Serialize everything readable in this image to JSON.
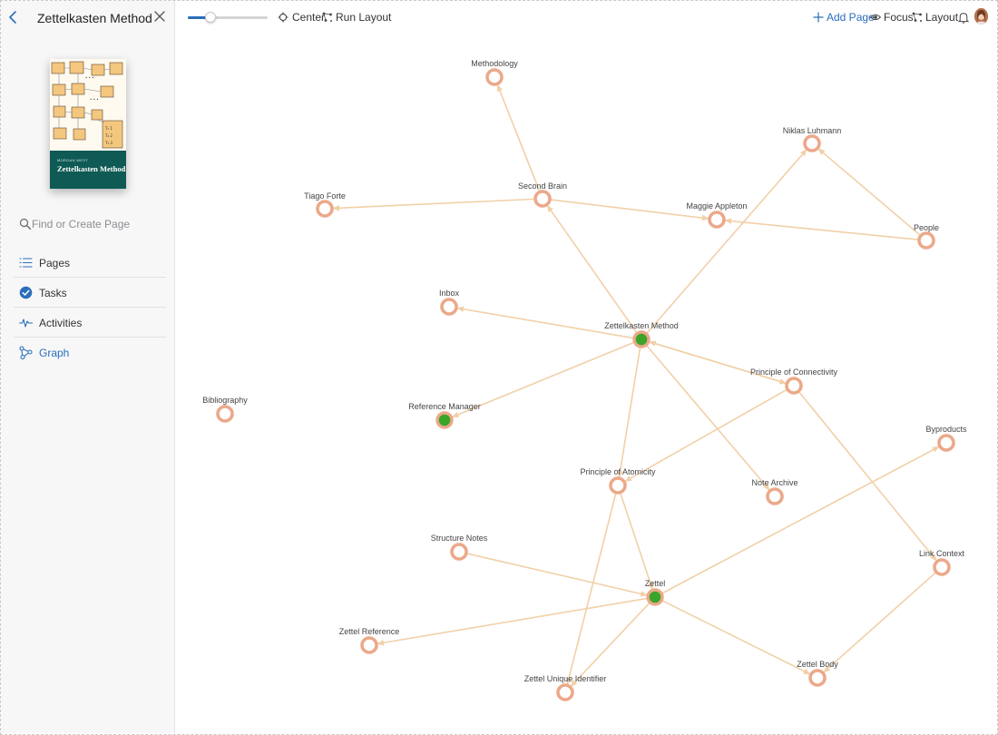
{
  "sidebar": {
    "title": "Zettelkasten Method",
    "cover": {
      "author": "MORGAN WEST",
      "title": "Zettelkasten Method"
    },
    "search_placeholder": "Find or Create Page",
    "items": [
      {
        "label": "Pages",
        "icon": "list-icon"
      },
      {
        "label": "Tasks",
        "icon": "check-circle-icon"
      },
      {
        "label": "Activities",
        "icon": "pulse-icon"
      },
      {
        "label": "Graph",
        "icon": "graph-icon",
        "active": true
      }
    ]
  },
  "toolbar": {
    "zoom_level": 0.28,
    "center_label": "Center",
    "run_layout_label": "Run Layout",
    "add_page_label": "Add Page",
    "focus_label": "Focus",
    "layout_label": "Layout"
  },
  "colors": {
    "accent": "#2a6ebb",
    "edge": "#f1d0a8",
    "node_ring": "#eba98a",
    "node_focus": "#3aa52a",
    "cover_band": "#0f5a55"
  },
  "graph": {
    "nodes": [
      {
        "id": "methodology",
        "label": "Methodology"
      },
      {
        "id": "niklas",
        "label": "Niklas Luhmann"
      },
      {
        "id": "second_brain",
        "label": "Second Brain"
      },
      {
        "id": "tiago",
        "label": "Tiago Forte"
      },
      {
        "id": "maggie",
        "label": "Maggie Appleton"
      },
      {
        "id": "people",
        "label": "People"
      },
      {
        "id": "inbox",
        "label": "Inbox"
      },
      {
        "id": "zm",
        "label": "Zettelkasten Method",
        "highlight": true
      },
      {
        "id": "poc",
        "label": "Principle of Connectivity"
      },
      {
        "id": "bibliography",
        "label": "Bibliography"
      },
      {
        "id": "refmgr",
        "label": "Reference Manager",
        "highlight": true
      },
      {
        "id": "byproducts",
        "label": "Byproducts"
      },
      {
        "id": "poa",
        "label": "Principle of Atomicity"
      },
      {
        "id": "archive",
        "label": "Note Archive"
      },
      {
        "id": "structure",
        "label": "Structure Notes"
      },
      {
        "id": "link_ctx",
        "label": "Link Context"
      },
      {
        "id": "zettel",
        "label": "Zettel",
        "highlight": true
      },
      {
        "id": "zref",
        "label": "Zettel Reference"
      },
      {
        "id": "zbody",
        "label": "Zettel Body"
      },
      {
        "id": "zuid",
        "label": "Zettel Unique Identifier"
      }
    ],
    "edges": [
      [
        "second_brain",
        "methodology"
      ],
      [
        "second_brain",
        "tiago"
      ],
      [
        "second_brain",
        "maggie"
      ],
      [
        "people",
        "maggie"
      ],
      [
        "people",
        "niklas"
      ],
      [
        "zm",
        "niklas"
      ],
      [
        "zm",
        "second_brain"
      ],
      [
        "zm",
        "inbox"
      ],
      [
        "zm",
        "refmgr"
      ],
      [
        "zm",
        "poc"
      ],
      [
        "poc",
        "zm"
      ],
      [
        "zm",
        "archive"
      ],
      [
        "zm",
        "poa"
      ],
      [
        "poc",
        "poa"
      ],
      [
        "poc",
        "link_ctx"
      ],
      [
        "poa",
        "zettel"
      ],
      [
        "poa",
        "zuid"
      ],
      [
        "structure",
        "zettel"
      ],
      [
        "zettel",
        "zref"
      ],
      [
        "zettel",
        "zuid"
      ],
      [
        "zettel",
        "zbody"
      ],
      [
        "zettel",
        "byproducts"
      ],
      [
        "link_ctx",
        "zbody"
      ]
    ]
  }
}
